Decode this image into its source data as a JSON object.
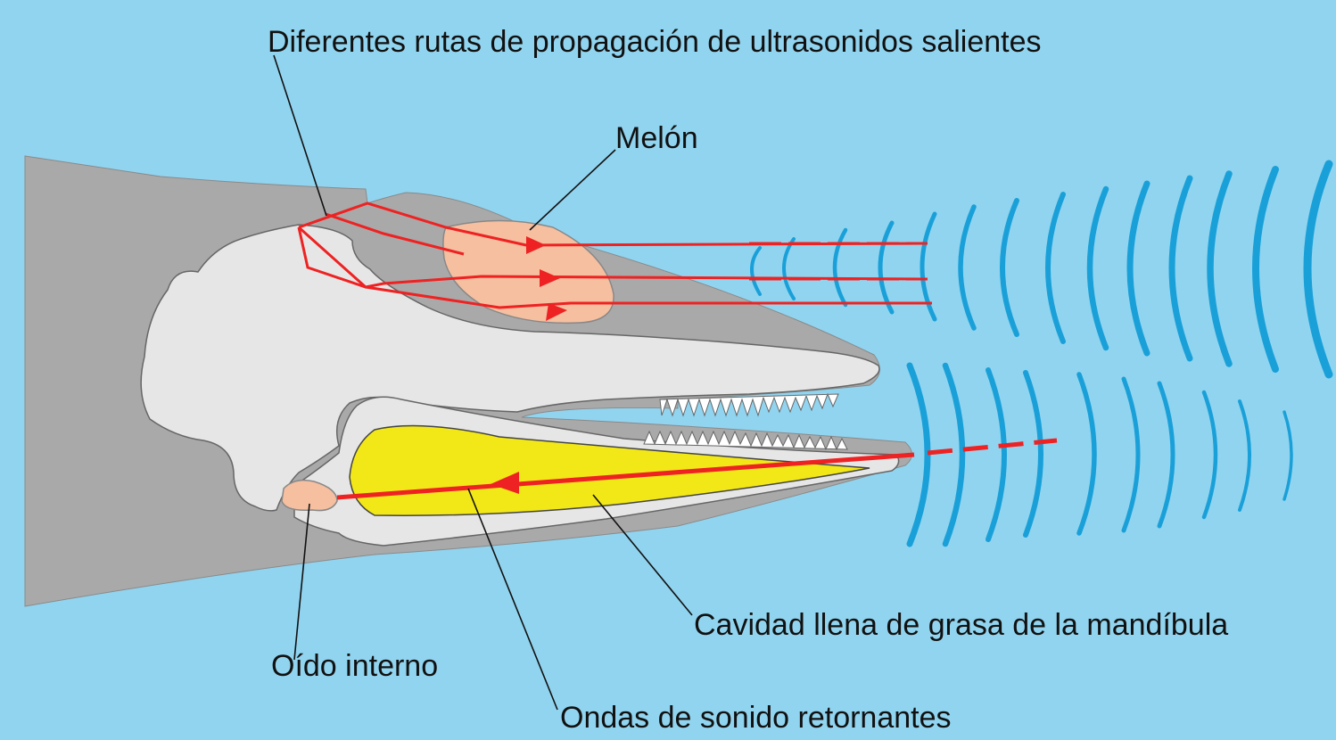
{
  "labels": {
    "outgoing_routes": "Diferentes rutas de propagación de ultrasonidos salientes",
    "melon": "Melón",
    "fat_cavity": "Cavidad llena de grasa de la mandíbula",
    "inner_ear": "Oído interno",
    "returning_waves": "Ondas de sonido retornantes"
  },
  "colors": {
    "water": "#91d4ef",
    "head": "#a9a9a9",
    "skull_bone": "#e6e6e6",
    "melon": "#f5bfa0",
    "fat": "#f2e817",
    "sound_path": "#ee2222",
    "sound_wave": "#1aa0d8",
    "leader": "#111111"
  }
}
